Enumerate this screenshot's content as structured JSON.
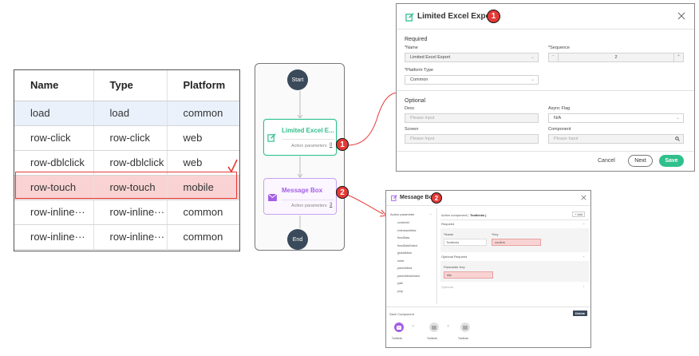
{
  "events_table": {
    "headers": [
      "Name",
      "Type",
      "Platform"
    ],
    "rows": [
      [
        "load",
        "load",
        "common"
      ],
      [
        "row-click",
        "row-click",
        "web"
      ],
      [
        "row-dblclick",
        "row-dblclick",
        "web"
      ],
      [
        "row-touch",
        "row-touch",
        "mobile"
      ],
      [
        "row-inline···",
        "row-inline···",
        "common"
      ],
      [
        "row-inline···",
        "row-inline···",
        "common"
      ]
    ],
    "highlighted_row": "row-touch",
    "highlight_color": "#e53935"
  },
  "flow": {
    "start_label": "Start",
    "end_label": "End",
    "nodes": [
      {
        "title": "Limited Excel E...",
        "param_label": "Action parameters",
        "param_count": "0",
        "badge": "1",
        "accent": "#2fc08c"
      },
      {
        "title": "Message Box",
        "param_label": "Action parameters",
        "param_count": "3",
        "badge": "2",
        "accent": "#a45ee5"
      }
    ]
  },
  "modal1": {
    "title": "Limited Excel Export",
    "badge": "1",
    "required_heading": "Required",
    "name_label": "*Name",
    "name_value": "Limited Excel Export",
    "sequence_label": "*Sequence",
    "sequence_value": "2",
    "sequence_minus": "−",
    "sequence_plus": "+",
    "platform_label": "*Platform Type",
    "platform_value": "Common",
    "optional_heading": "Optional",
    "desc_label": "Desc",
    "desc_placeholder": "Please Input",
    "async_label": "Async Flag",
    "async_value": "N/A",
    "screen_label": "Screen",
    "screen_placeholder": "Please Input",
    "component_label": "Component",
    "component_placeholder": "Please Input",
    "cancel_label": "Cancel",
    "next_label": "Next",
    "save_label": "Save",
    "accent": "#2fc08c"
  },
  "modal2": {
    "title": "Message Box",
    "badge": "2",
    "param_list_title": "Action parameter",
    "param_list": [
      "contextId",
      "extensionMeta",
      "fixedData",
      "fixedDataSelect",
      "globalMeta",
      "meta",
      "parentMeta",
      "parentMetaSelect",
      "path",
      "prop"
    ],
    "action_component_label": "Action component |",
    "action_component_value": "Toolkicks |",
    "add_label": "+ Add",
    "required_label": "Required",
    "name_col": "*Name",
    "key_col": "*Key",
    "name_value": "Toolkicks",
    "key_value": "confirm",
    "optional_required_label": "Optional Required",
    "param_key_label": "Parameter Key",
    "param_key_value": "title",
    "optional_label": "Optional",
    "save_component_label": "Save Component",
    "delete_label": "Delete",
    "steps": [
      "Toolkicks",
      "Toolkicks",
      "Toolkicks"
    ],
    "accent": "#a45ee5"
  }
}
